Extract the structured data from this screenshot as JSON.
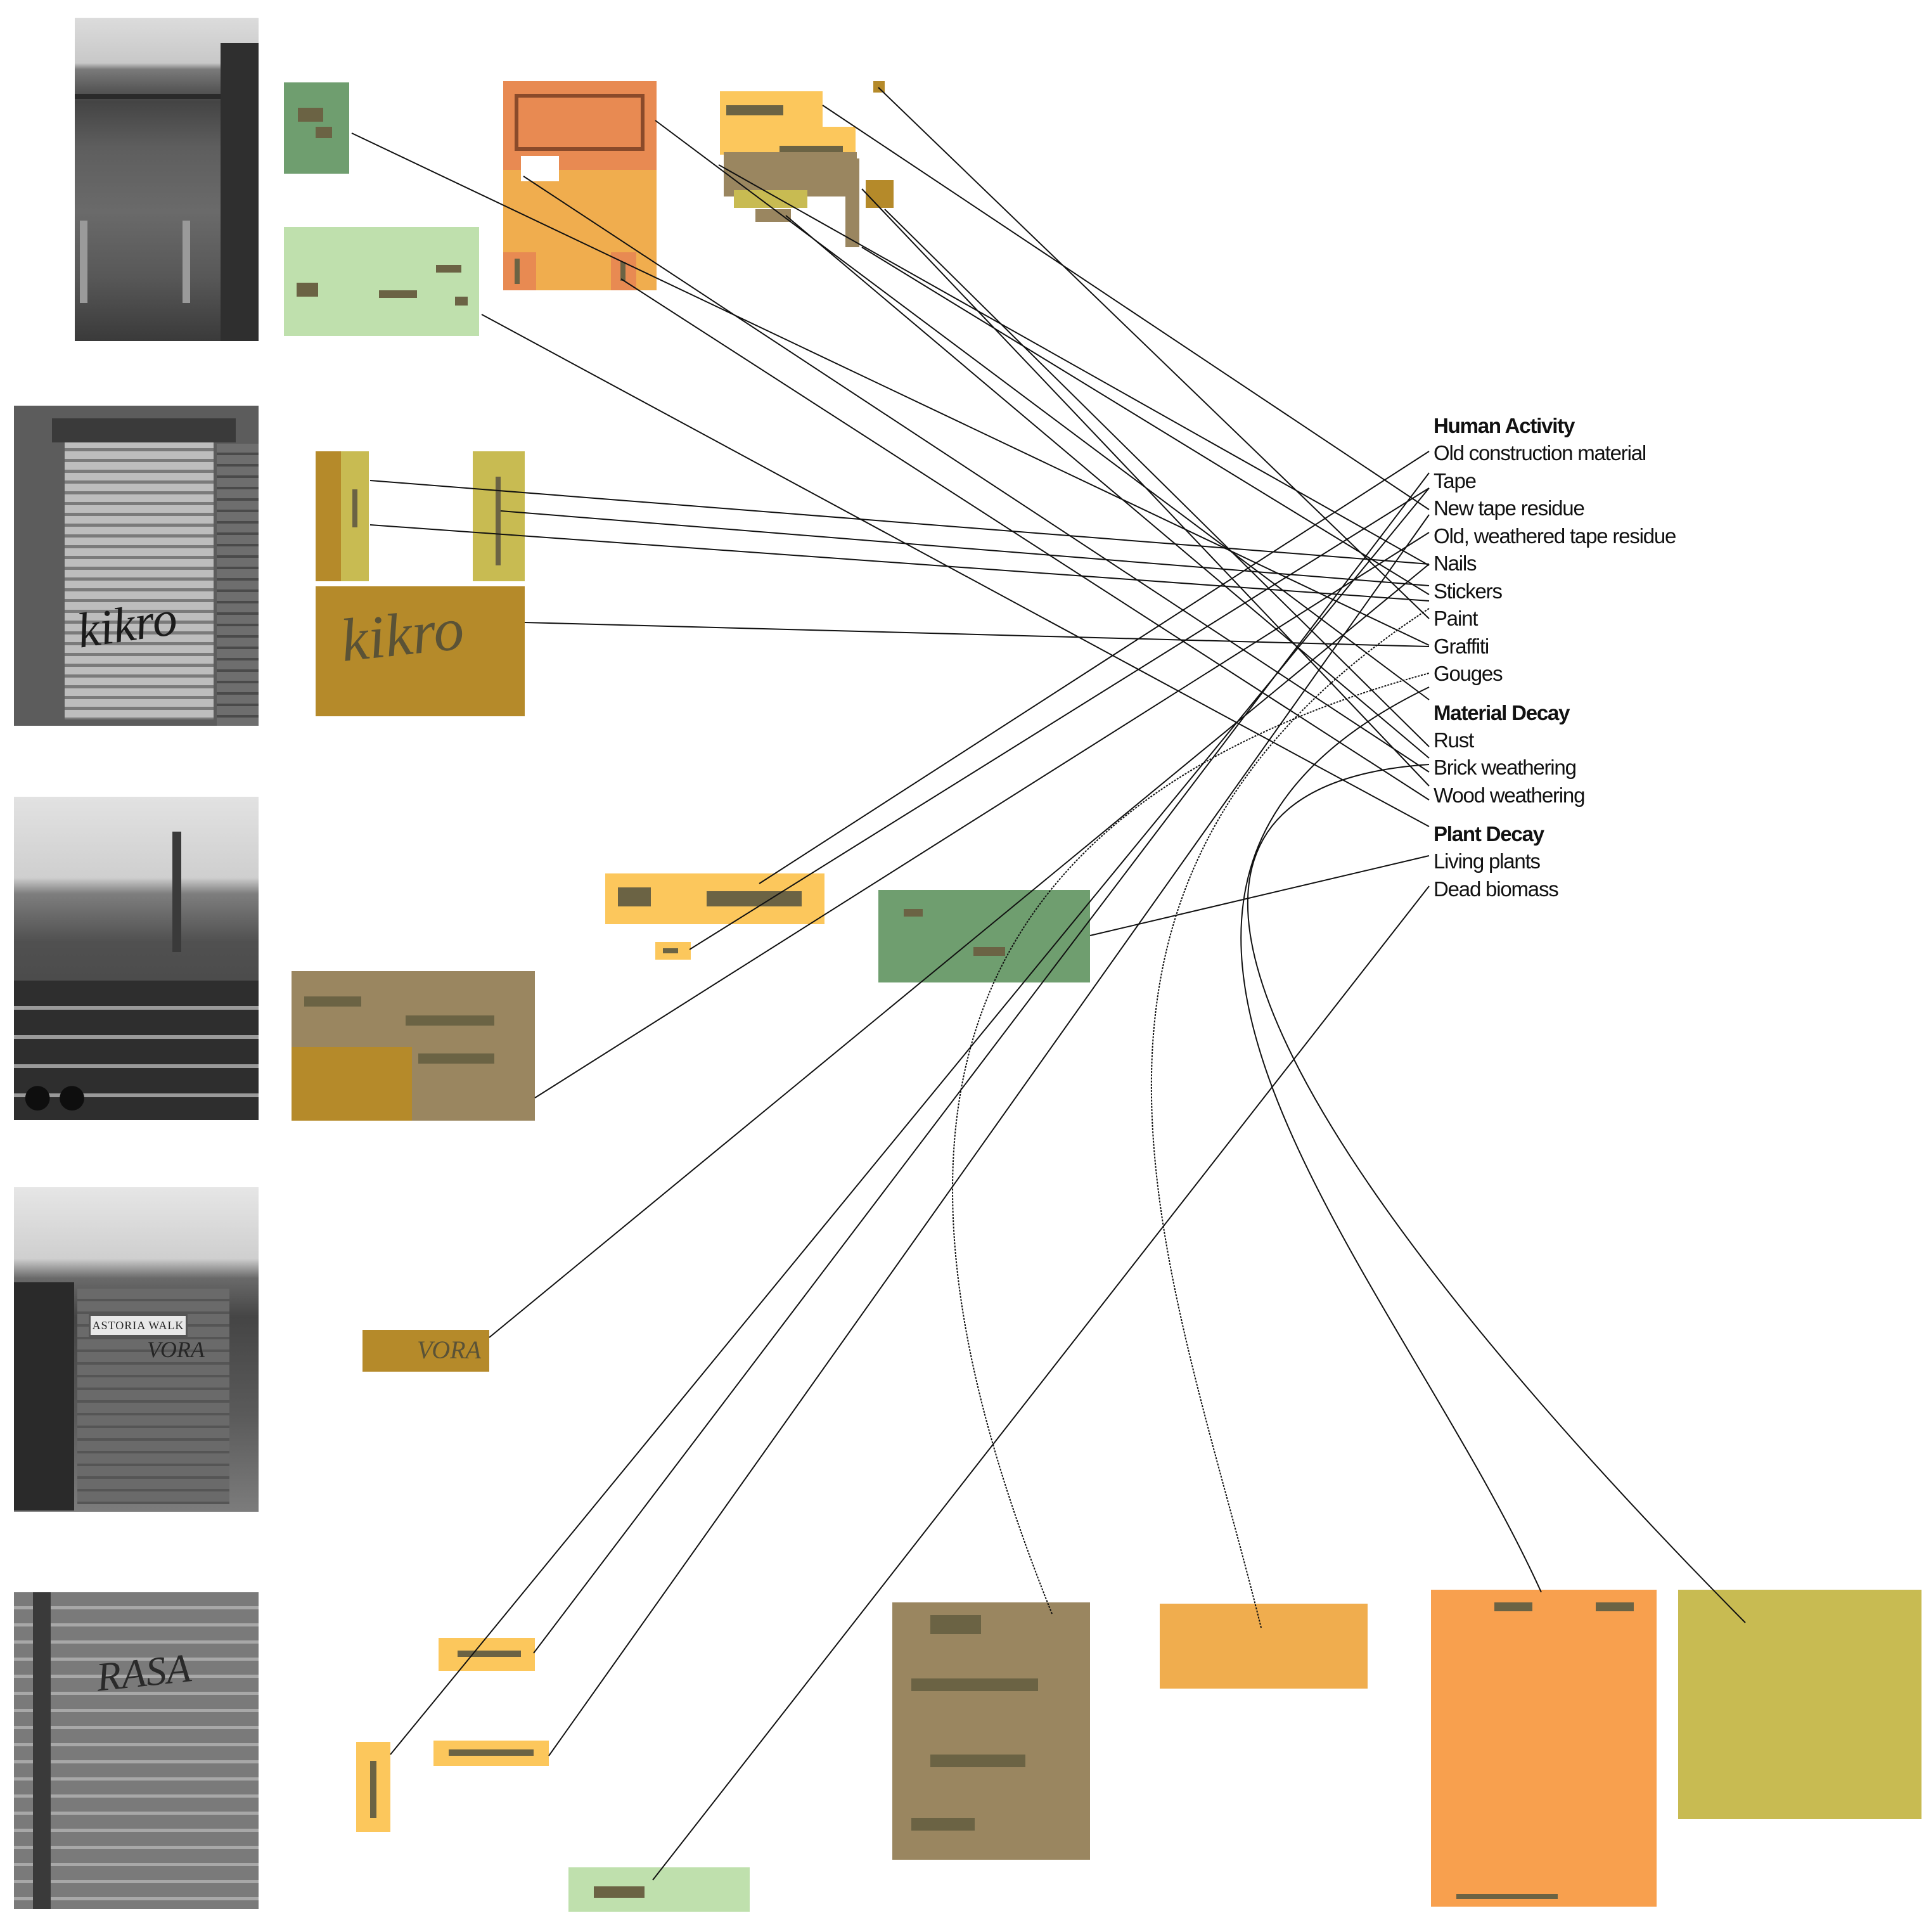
{
  "legend": {
    "groups": [
      {
        "heading": "Human Activity",
        "items": [
          "Old construction material",
          "Tape",
          "New tape residue",
          "Old, weathered tape residue",
          "Nails",
          "Stickers",
          "Paint",
          "Graffiti",
          "Gouges"
        ]
      },
      {
        "heading": "Material Decay",
        "items": [
          "Rust",
          "Brick weathering",
          "Wood weathering"
        ]
      },
      {
        "heading": "Plant Decay",
        "items": [
          "Living plants",
          "Dead biomass"
        ]
      }
    ]
  },
  "photos": {
    "photo2_tag": "kikro",
    "photo4_sign": "ASTORIA WALK",
    "photo4_tag": "VORA",
    "photo5_tag": "RASA"
  },
  "swatches": {
    "graffiti_tag_text": "kikro",
    "vora_swatch_text": "VORA"
  },
  "colors": {
    "moss_green": "#6f9e6f",
    "light_green": "#bfe0ad",
    "orange_red": "#e88a52",
    "light_orange": "#f0ad4e",
    "yellow": "#fcc75c",
    "olive": "#c8bb52",
    "mustard": "#b58a2a",
    "umber": "#9a8660",
    "bright_orange": "#f8a04e",
    "connector_line": "#111111",
    "spot": "#6b6344"
  }
}
